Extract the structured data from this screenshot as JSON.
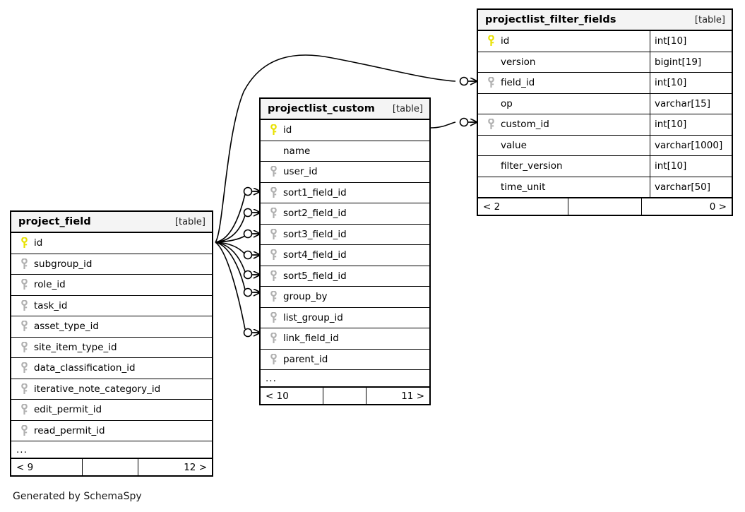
{
  "diagram": {
    "footer_note": "Generated by SchemaSpy",
    "table_tag": "[table]",
    "ellipsis": "...",
    "colors": {
      "primary_key": "#e8e100",
      "foreign_key": "#b0b0b0",
      "border": "#000000",
      "header_bg": "#f4f4f4",
      "background": "#ffffff"
    }
  },
  "tables": [
    {
      "id": "project_field",
      "name": "project_field",
      "tag": "[table]",
      "columns": [
        {
          "name": "id",
          "key": "primary",
          "type": ""
        },
        {
          "name": "subgroup_id",
          "key": "foreign",
          "type": ""
        },
        {
          "name": "role_id",
          "key": "foreign",
          "type": ""
        },
        {
          "name": "task_id",
          "key": "foreign",
          "type": ""
        },
        {
          "name": "asset_type_id",
          "key": "foreign",
          "type": ""
        },
        {
          "name": "site_item_type_id",
          "key": "foreign",
          "type": ""
        },
        {
          "name": "data_classification_id",
          "key": "foreign",
          "type": ""
        },
        {
          "name": "iterative_note_category_id",
          "key": "foreign",
          "type": ""
        },
        {
          "name": "edit_permit_id",
          "key": "foreign",
          "type": ""
        },
        {
          "name": "read_permit_id",
          "key": "foreign",
          "type": ""
        }
      ],
      "more_indicator": "...",
      "footer": {
        "left": "< 9",
        "middle": "",
        "right": "12 >"
      }
    },
    {
      "id": "projectlist_custom",
      "name": "projectlist_custom",
      "tag": "[table]",
      "columns": [
        {
          "name": "id",
          "key": "primary",
          "type": ""
        },
        {
          "name": "name",
          "key": "none",
          "type": ""
        },
        {
          "name": "user_id",
          "key": "foreign",
          "type": ""
        },
        {
          "name": "sort1_field_id",
          "key": "foreign",
          "type": ""
        },
        {
          "name": "sort2_field_id",
          "key": "foreign",
          "type": ""
        },
        {
          "name": "sort3_field_id",
          "key": "foreign",
          "type": ""
        },
        {
          "name": "sort4_field_id",
          "key": "foreign",
          "type": ""
        },
        {
          "name": "sort5_field_id",
          "key": "foreign",
          "type": ""
        },
        {
          "name": "group_by",
          "key": "foreign",
          "type": ""
        },
        {
          "name": "list_group_id",
          "key": "foreign",
          "type": ""
        },
        {
          "name": "link_field_id",
          "key": "foreign",
          "type": ""
        },
        {
          "name": "parent_id",
          "key": "foreign",
          "type": ""
        }
      ],
      "more_indicator": "...",
      "footer": {
        "left": "< 10",
        "middle": "",
        "right": "11 >"
      }
    },
    {
      "id": "projectlist_filter_fields",
      "name": "projectlist_filter_fields",
      "tag": "[table]",
      "columns": [
        {
          "name": "id",
          "key": "primary",
          "type": "int[10]"
        },
        {
          "name": "version",
          "key": "none",
          "type": "bigint[19]"
        },
        {
          "name": "field_id",
          "key": "foreign",
          "type": "int[10]"
        },
        {
          "name": "op",
          "key": "none",
          "type": "varchar[15]"
        },
        {
          "name": "custom_id",
          "key": "foreign",
          "type": "int[10]"
        },
        {
          "name": "value",
          "key": "none",
          "type": "varchar[1000]"
        },
        {
          "name": "filter_version",
          "key": "none",
          "type": "int[10]"
        },
        {
          "name": "time_unit",
          "key": "none",
          "type": "varchar[50]"
        }
      ],
      "more_indicator": "",
      "footer": {
        "left": "< 2",
        "middle": "",
        "right": "0 >"
      }
    }
  ],
  "relationships": [
    {
      "from": "project_field.id",
      "to": "projectlist_custom.sort1_field_id"
    },
    {
      "from": "project_field.id",
      "to": "projectlist_custom.sort2_field_id"
    },
    {
      "from": "project_field.id",
      "to": "projectlist_custom.sort3_field_id"
    },
    {
      "from": "project_field.id",
      "to": "projectlist_custom.sort4_field_id"
    },
    {
      "from": "project_field.id",
      "to": "projectlist_custom.sort5_field_id"
    },
    {
      "from": "project_field.id",
      "to": "projectlist_custom.group_by"
    },
    {
      "from": "project_field.id",
      "to": "projectlist_custom.link_field_id"
    },
    {
      "from": "project_field.id",
      "to": "projectlist_filter_fields.field_id"
    },
    {
      "from": "projectlist_custom.id",
      "to": "projectlist_filter_fields.custom_id"
    }
  ]
}
